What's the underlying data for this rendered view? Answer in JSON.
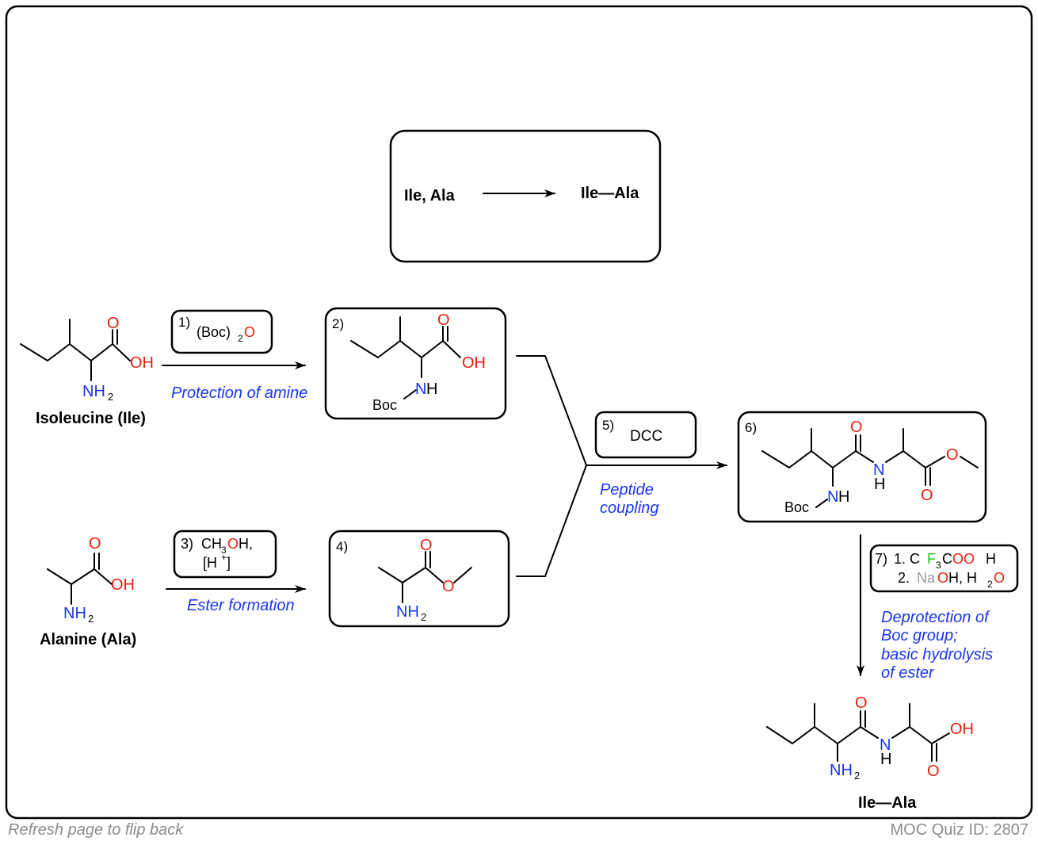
{
  "summary_box": {
    "left": "Ile, Ala",
    "right": "Ile—Ala"
  },
  "step1": {
    "num": "1)",
    "reagent_main": "(Boc)",
    "reagent_sub": "2",
    "reagent_o": "O",
    "note": "Protection of amine"
  },
  "step2": {
    "num": "2)"
  },
  "step3": {
    "num": "3)",
    "reagent_a": "CH",
    "reagent_sub": "3",
    "reagent_o": "O",
    "reagent_h": "H,",
    "reagent_line2": "[H",
    "reagent_sup": "+",
    "reagent_close": "]",
    "note": "Ester formation"
  },
  "step4": {
    "num": "4)"
  },
  "step5": {
    "num": "5)",
    "reagent": "DCC",
    "note_line1": "Peptide",
    "note_line2": "coupling"
  },
  "step6": {
    "num": "6)"
  },
  "step7": {
    "num": "7)",
    "line1_prefix": "1. C",
    "line1_f": "F",
    "line1_sub": "3",
    "line1_c": "C",
    "line1_oo": "OO",
    "line1_h": "H",
    "line2_prefix": "2. ",
    "line2_na": "Na",
    "line2_o": "O",
    "line2_h": "H, H",
    "line2_sub": "2",
    "line2_o2": "O",
    "note": [
      "Deprotection of",
      "Boc group;",
      "basic hydrolysis",
      "of ester"
    ]
  },
  "atoms": {
    "O": "O",
    "OH": "OH",
    "N": "N",
    "NH": "NH",
    "H": "H",
    "NH_main": "NH",
    "sub2": "2",
    "Boc": "Boc"
  },
  "names": {
    "isoleucine": "Isoleucine (Ile)",
    "alanine": "Alanine (Ala)",
    "product": "Ile—Ala"
  },
  "footer": {
    "left": "Refresh page to flip back",
    "right": "MOC Quiz ID: 2807"
  }
}
